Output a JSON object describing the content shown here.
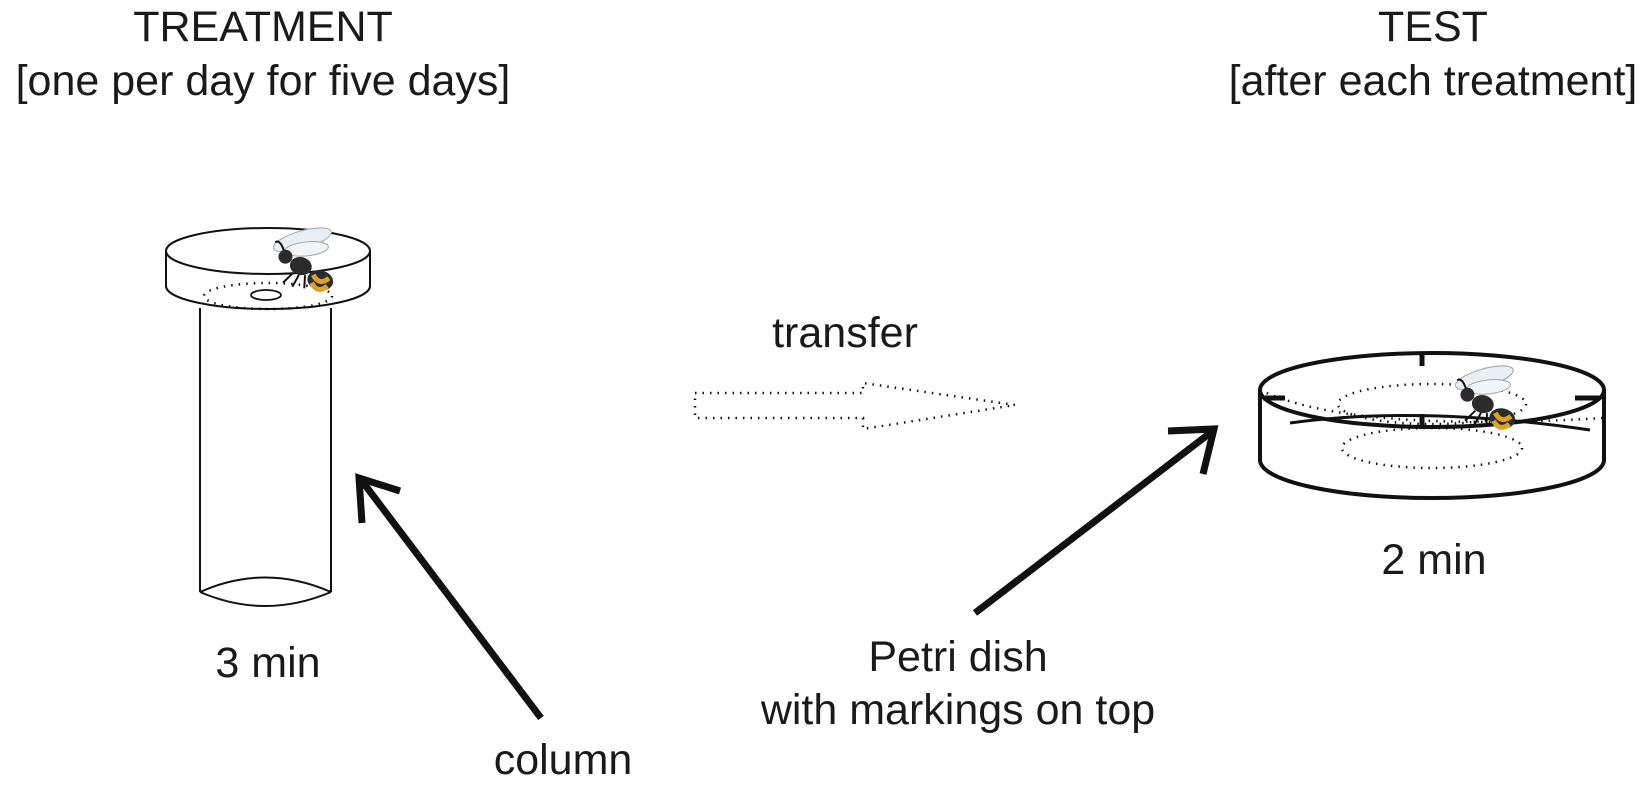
{
  "treatment": {
    "title": "TREATMENT",
    "subtitle": "[one per day for five days]",
    "duration": "3 min"
  },
  "test": {
    "title": "TEST",
    "subtitle": "[after each treatment]",
    "duration": "2 min"
  },
  "transfer_label": "transfer",
  "labels": {
    "column": "column",
    "petri_dish_line1": "Petri dish",
    "petri_dish_line2": "with markings on top"
  },
  "colors": {
    "stroke": "#111111",
    "bee_body": "#2b2b2b",
    "bee_abdomen": "#e0a020",
    "wing": "#e9eef2"
  }
}
